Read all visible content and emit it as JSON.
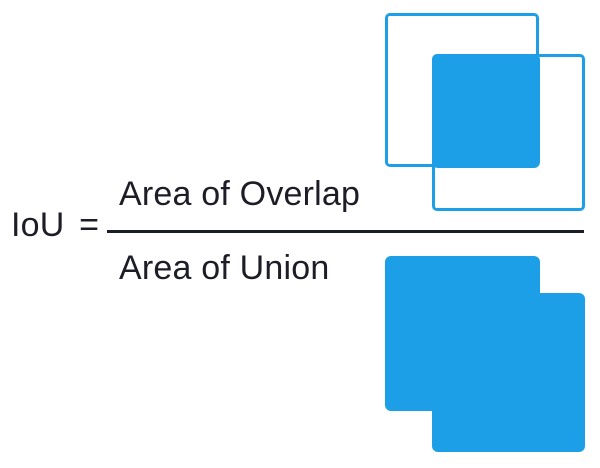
{
  "colors": {
    "blue": "#1D9FE8",
    "ink": "#1D1D27",
    "background": "#FFFFFF"
  },
  "formula": {
    "lhs": "IoU =",
    "numerator": "Area of Overlap",
    "denominator": "Area of Union"
  },
  "diagrams": {
    "overlap_icon": "two-overlapping-outlined-boxes-with-intersection-filled",
    "union_icon": "two-overlapping-boxes-fully-filled"
  }
}
